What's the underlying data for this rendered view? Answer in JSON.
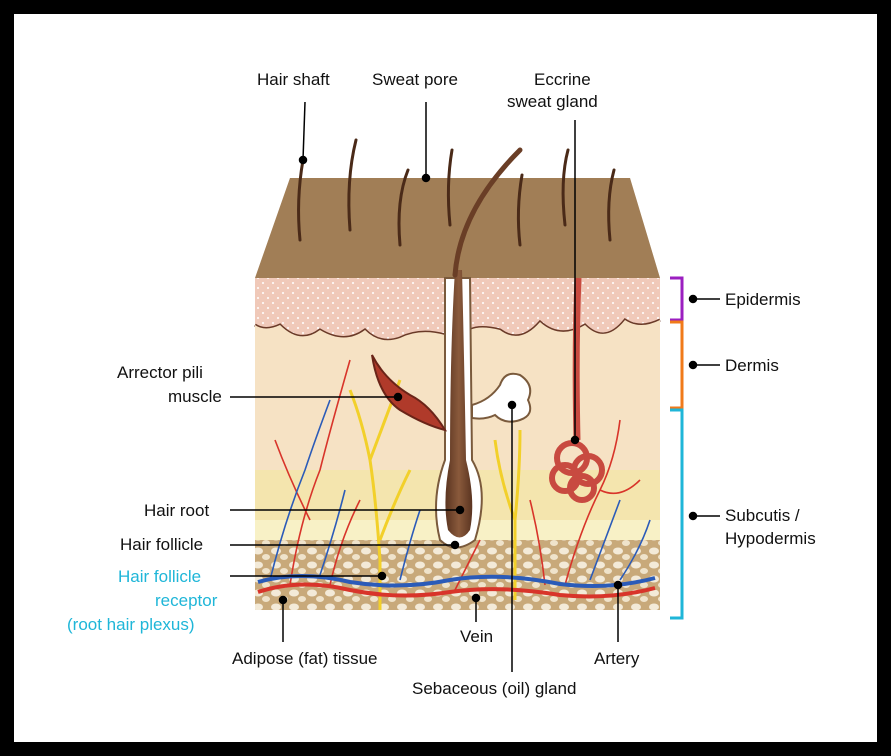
{
  "labels": {
    "hair_shaft": "Hair shaft",
    "sweat_pore": "Sweat pore",
    "eccrine_1": "Eccrine",
    "eccrine_2": "sweat gland",
    "arrector_1": "Arrector pili",
    "arrector_2": "muscle",
    "hair_root": "Hair root",
    "hair_follicle": "Hair follicle",
    "receptor_1": "Hair follicle",
    "receptor_2": "receptor",
    "receptor_3": "(root hair plexus)",
    "adipose": "Adipose (fat) tissue",
    "vein": "Vein",
    "artery": "Artery",
    "sebaceous": "Sebaceous (oil) gland",
    "epidermis": "Epidermis",
    "dermis": "Dermis",
    "subcutis_1": "Subcutis /",
    "subcutis_2": "Hypodermis"
  },
  "colors": {
    "epidermis_bracket": "#9b1fc0",
    "dermis_bracket": "#f07a1a",
    "subcutis_bracket": "#1fb6d8",
    "receptor_label": "#1fb6d8",
    "skin_surface": "#a8855c",
    "epidermis": "#f0c9b9",
    "dermis": "#f6e2c4",
    "vein": "#2b5bb8",
    "artery": "#d8342a",
    "nerve": "#f2d02a"
  }
}
